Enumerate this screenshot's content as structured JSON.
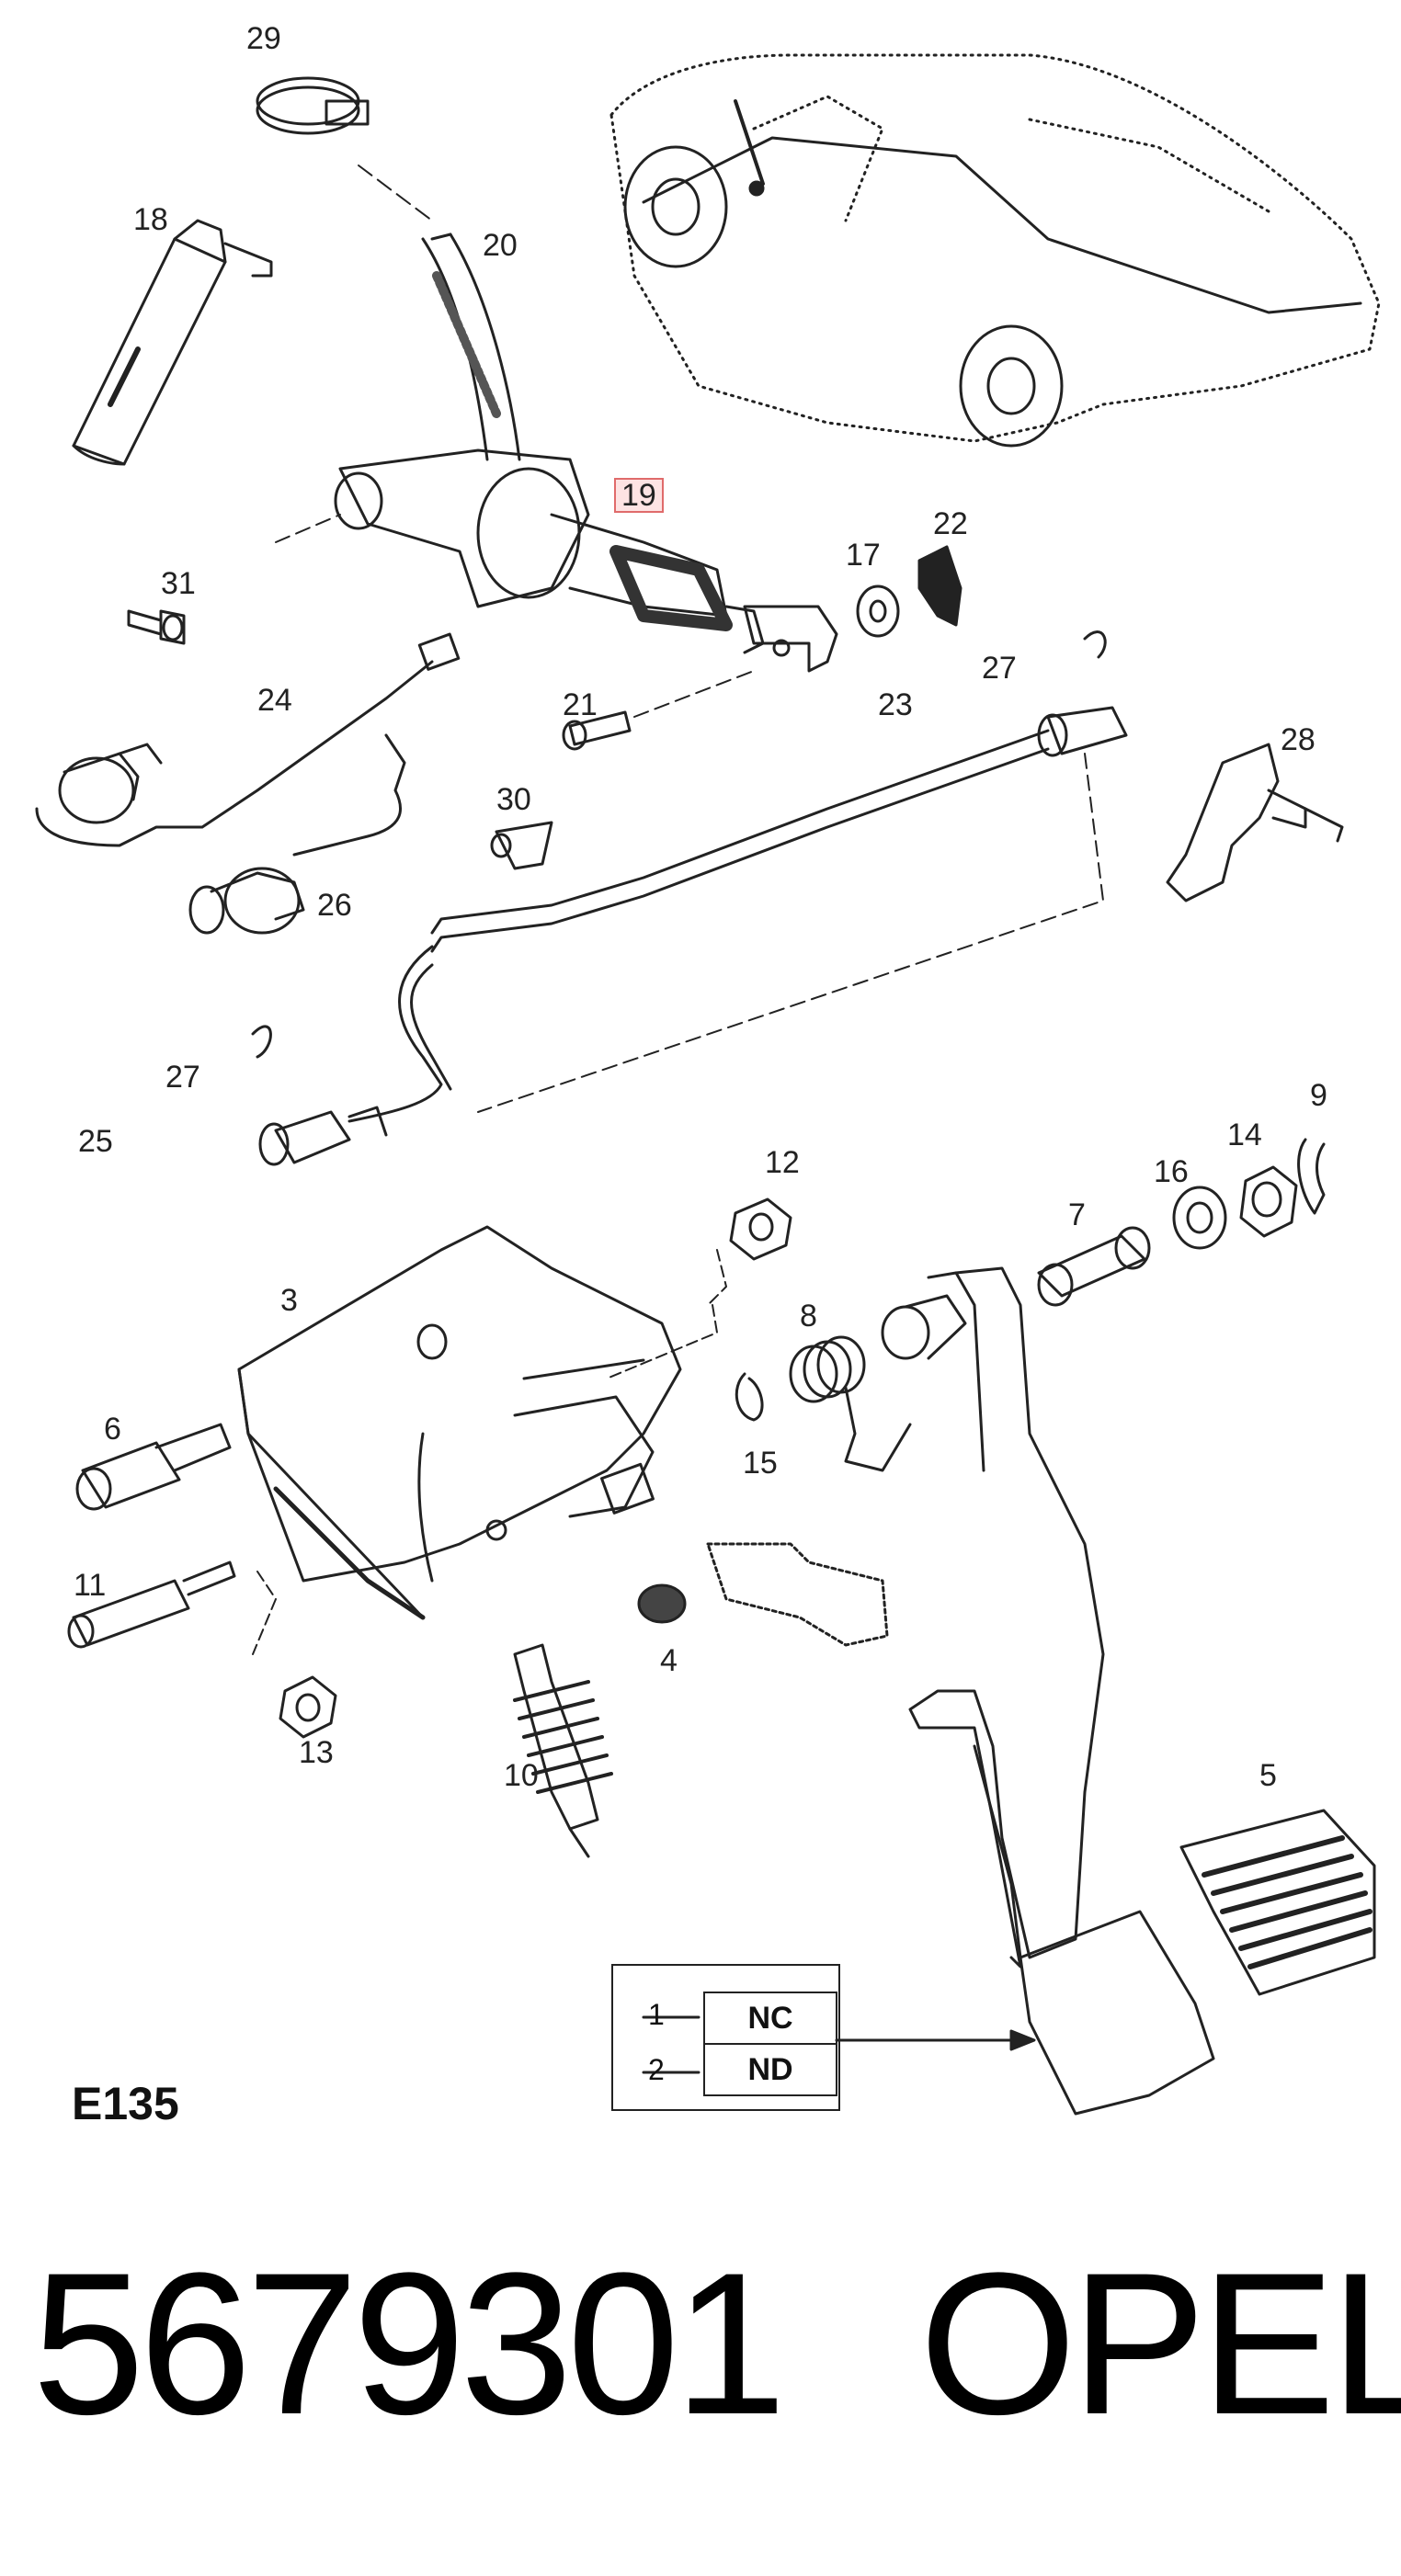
{
  "diagram": {
    "code": "E135",
    "highlighted_part": "19",
    "part_numbers": [
      "29",
      "20",
      "18",
      "19",
      "31",
      "17",
      "22",
      "24",
      "21",
      "27",
      "23",
      "28",
      "30",
      "26",
      "27",
      "25",
      "12",
      "9",
      "14",
      "16",
      "7",
      "3",
      "8",
      "6",
      "15",
      "11",
      "4",
      "13",
      "10",
      "5"
    ]
  },
  "legend": {
    "rows": [
      {
        "num": "1",
        "label": "NC"
      },
      {
        "num": "2",
        "label": "ND"
      }
    ]
  },
  "footer": {
    "part_number": "5679301",
    "brand": "OPEL"
  }
}
